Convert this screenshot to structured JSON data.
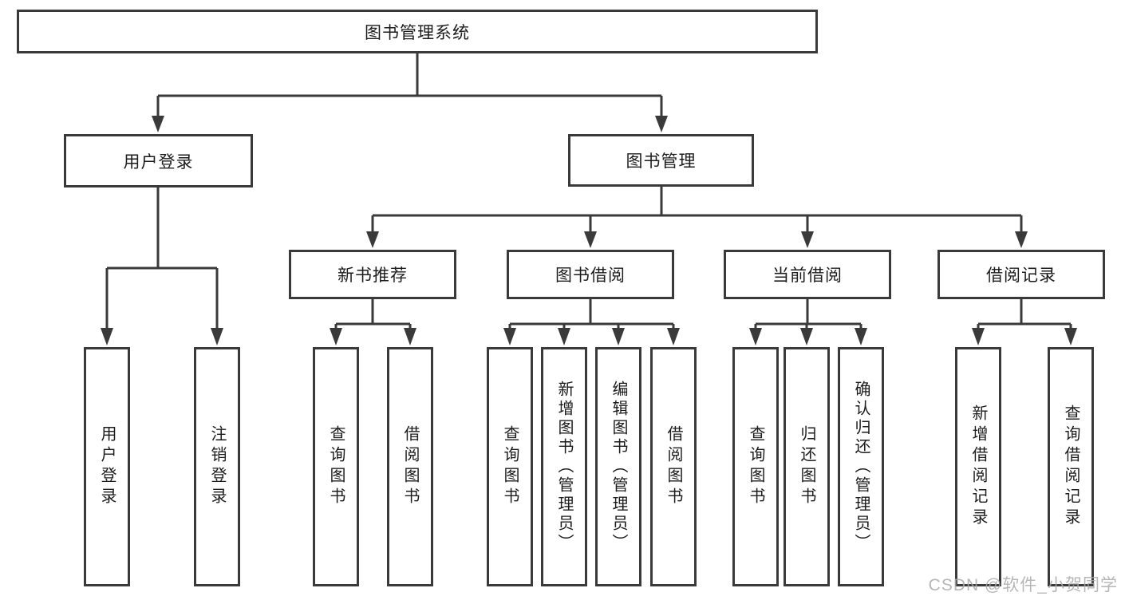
{
  "diagram": {
    "root": {
      "label": "图书管理系统",
      "children": [
        {
          "label": "用户登录",
          "children": [
            {
              "label": "用户登录"
            },
            {
              "label": "注销登录"
            }
          ]
        },
        {
          "label": "图书管理",
          "children": [
            {
              "label": "新书推荐",
              "children": [
                {
                  "label": "查询图书"
                },
                {
                  "label": "借阅图书"
                }
              ]
            },
            {
              "label": "图书借阅",
              "children": [
                {
                  "label": "查询图书"
                },
                {
                  "label": "新增图书（管理员）"
                },
                {
                  "label": "编辑图书（管理员）"
                },
                {
                  "label": "借阅图书"
                }
              ]
            },
            {
              "label": "当前借阅",
              "children": [
                {
                  "label": "查询图书"
                },
                {
                  "label": "归还图书"
                },
                {
                  "label": "确认归还（管理员）"
                }
              ]
            },
            {
              "label": "借阅记录",
              "children": [
                {
                  "label": "新增借阅记录"
                },
                {
                  "label": "查询借阅记录"
                }
              ]
            }
          ]
        }
      ]
    }
  },
  "watermark": {
    "text": "CSDN @软件_小贺同学"
  },
  "colors": {
    "line": "#3a3a3a",
    "text": "#1c1c1c",
    "watermark": "#aaaaaa",
    "background": "#ffffff"
  }
}
